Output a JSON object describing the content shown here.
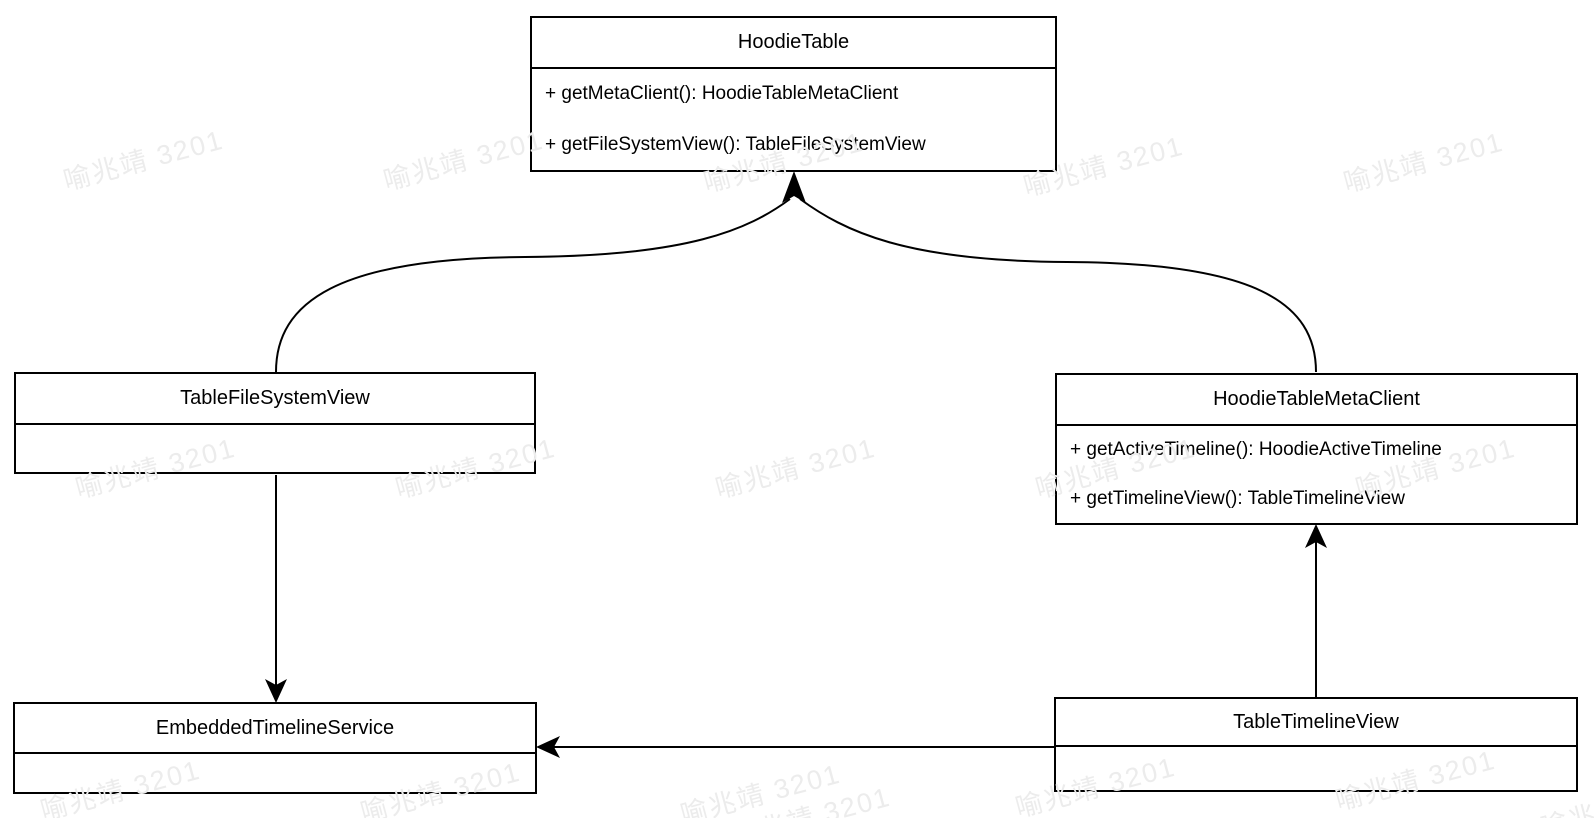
{
  "watermark": {
    "text": "喻兆靖 3201"
  },
  "diagram": {
    "type": "uml-class-diagram",
    "colors": {
      "stroke": "#000000",
      "box_fill": "#ffffff",
      "watermark": "#ececec"
    },
    "classes": [
      {
        "name": "HoodieTable",
        "methods": [
          "+ getMetaClient(): HoodieTableMetaClient",
          "+ getFileSystemView(): TableFileSystemView"
        ]
      },
      {
        "name": "TableFileSystemView",
        "methods": []
      },
      {
        "name": "HoodieTableMetaClient",
        "methods": [
          "+ getActiveTimeline(): HoodieActiveTimeline",
          "+ getTimelineView(): TableTimelineView"
        ]
      },
      {
        "name": "EmbeddedTimelineService",
        "methods": []
      },
      {
        "name": "TableTimelineView",
        "methods": []
      }
    ],
    "relations": [
      {
        "from": "TableFileSystemView",
        "to": "HoodieTable",
        "style": "curved-merged-arrow"
      },
      {
        "from": "HoodieTableMetaClient",
        "to": "HoodieTable",
        "style": "curved-merged-arrow"
      },
      {
        "from": "TableFileSystemView",
        "to": "EmbeddedTimelineService",
        "style": "straight-arrow"
      },
      {
        "from": "TableTimelineView",
        "to": "HoodieTableMetaClient",
        "style": "straight-arrow"
      },
      {
        "from": "TableTimelineView",
        "to": "EmbeddedTimelineService",
        "style": "straight-arrow"
      }
    ]
  }
}
